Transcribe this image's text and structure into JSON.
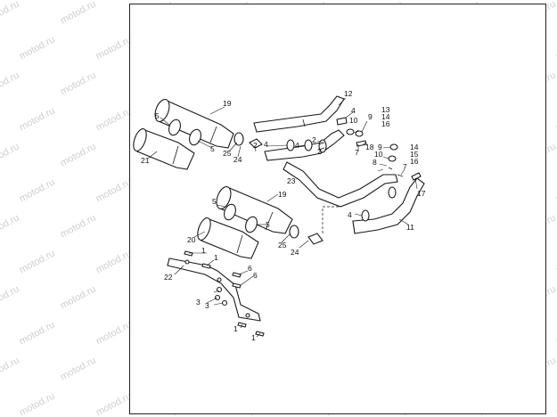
{
  "watermark": {
    "text": "motod.ru"
  },
  "callouts": {
    "c1a": "1",
    "c1b": "1",
    "c1c": "1",
    "c1d": "1",
    "c2a": "2",
    "c2b": "2",
    "c2c": "2",
    "c3a": "3",
    "c3b": "3",
    "c4a": "4",
    "c4b": "4",
    "c4c": "4",
    "c4d": "4",
    "c5a": "5",
    "c5b": "5",
    "c5c": "5",
    "c5d": "5",
    "c6a": "6",
    "c6b": "6",
    "c7a": "7",
    "c7b": "7",
    "c8": "8",
    "c9a": "9",
    "c9b": "9",
    "c10a": "10",
    "c10b": "10",
    "c11": "11",
    "c12": "12",
    "c13": "13",
    "c14a": "14",
    "c14b": "14",
    "c15": "15",
    "c16a": "16",
    "c16b": "16",
    "c17": "17",
    "c18": "18",
    "c19a": "19",
    "c19b": "19",
    "c20": "20",
    "c21": "21",
    "c22": "22",
    "c23": "23",
    "c24a": "24",
    "c24b": "24",
    "c25a": "25",
    "c25b": "25"
  }
}
